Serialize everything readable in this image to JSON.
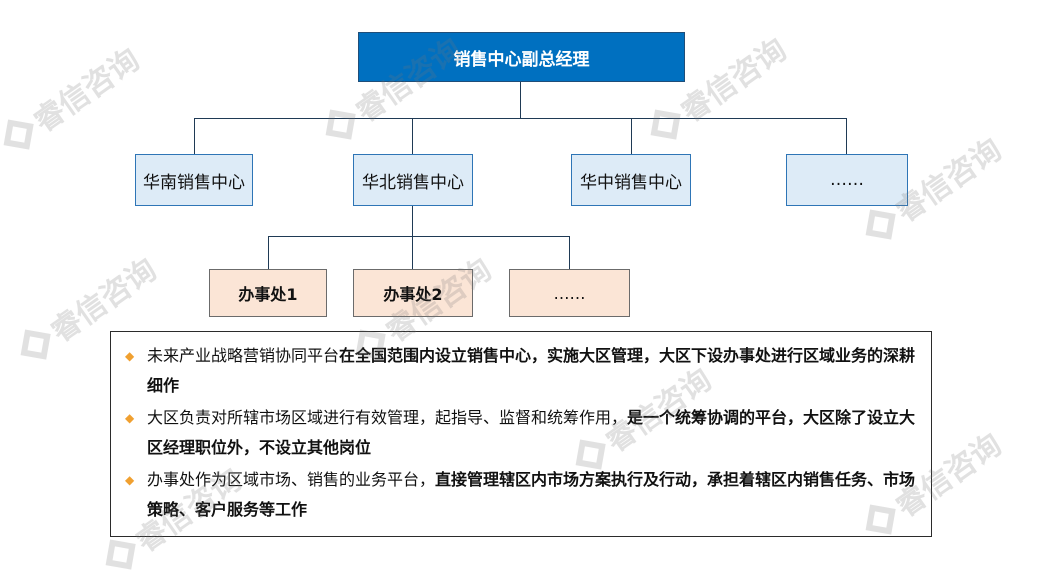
{
  "org": {
    "top": "销售中心副总经理",
    "regions": [
      "华南销售中心",
      "华北销售中心",
      "华中销售中心",
      "……"
    ],
    "offices": [
      "办事处1",
      "办事处2",
      "……"
    ]
  },
  "notes": [
    {
      "plain": "未来产业战略营销协同平台",
      "bold": "在全国范围内设立销售中心，实施大区管理，大区下设办事处进行区域业务的深耕细作"
    },
    {
      "plain": "大区负责对所辖市场区域进行有效管理，起指导、监督和统筹作用，",
      "bold": "是一个统筹协调的平台，大区除了设立大区经理职位外，不设立其他岗位"
    },
    {
      "plain": "办事处作为区域市场、销售的业务平台，",
      "bold": "直接管理辖区内市场方案执行及行动，承担着辖区内销售任务、市场策略、客户服务等工作"
    }
  ],
  "watermark": {
    "text": "睿信咨询"
  },
  "colors": {
    "top_fill": "#0070c0",
    "region_fill": "#ddebf7",
    "office_fill": "#fbe5d6",
    "bullet": "#f0a030"
  }
}
